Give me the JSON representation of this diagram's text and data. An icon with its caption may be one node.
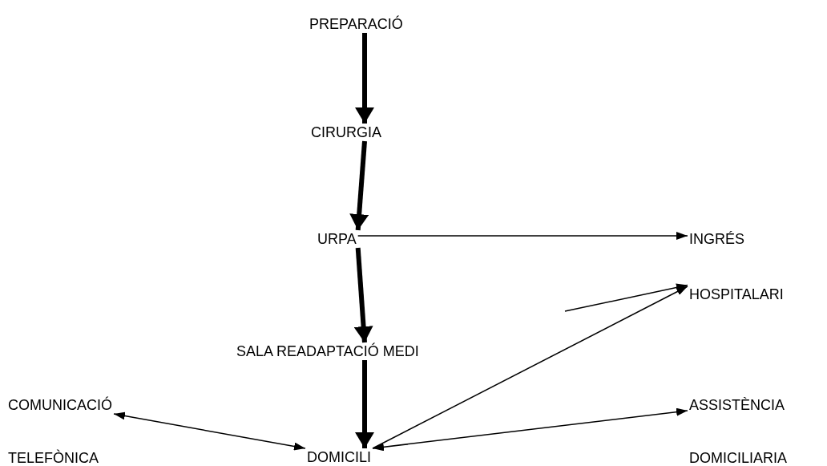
{
  "diagram": {
    "nodes": [
      {
        "text": [
          "PREPARACIÓ"
        ]
      },
      {
        "text": [
          "CIRURGIA"
        ]
      },
      {
        "text": [
          "URPA"
        ]
      },
      {
        "text": [
          "INGRÉS HOSPITALARI"
        ]
      },
      {
        "text": [
          "SALA READAPTACIÓ MEDI"
        ]
      },
      {
        "text": [
          "COMUNICACIÓ TELEFÒNICA"
        ]
      },
      {
        "text": [
          "DOMICILI"
        ]
      },
      {
        "text": [
          "ASSISTÈNCIA DOMICILIARIA"
        ]
      }
    ],
    "edges": [
      {
        "from": 0,
        "to": 1,
        "arrow": "to",
        "style": "thick"
      },
      {
        "from": 1,
        "to": 2,
        "arrow": "to",
        "style": "thick"
      },
      {
        "from": 2,
        "to": 4,
        "arrow": "to",
        "style": "thick"
      },
      {
        "from": 4,
        "to": 6,
        "arrow": "to",
        "style": "thick"
      },
      {
        "from": 2,
        "to": 3,
        "arrow": "to"
      },
      {
        "from": null,
        "to": 3,
        "arrow": "to"
      },
      {
        "from": 6,
        "to": 3,
        "arrow": "to"
      },
      {
        "from": 5,
        "to": 6,
        "arrow": "both"
      },
      {
        "from": 6,
        "to": 7,
        "arrow": "both"
      }
    ]
  }
}
